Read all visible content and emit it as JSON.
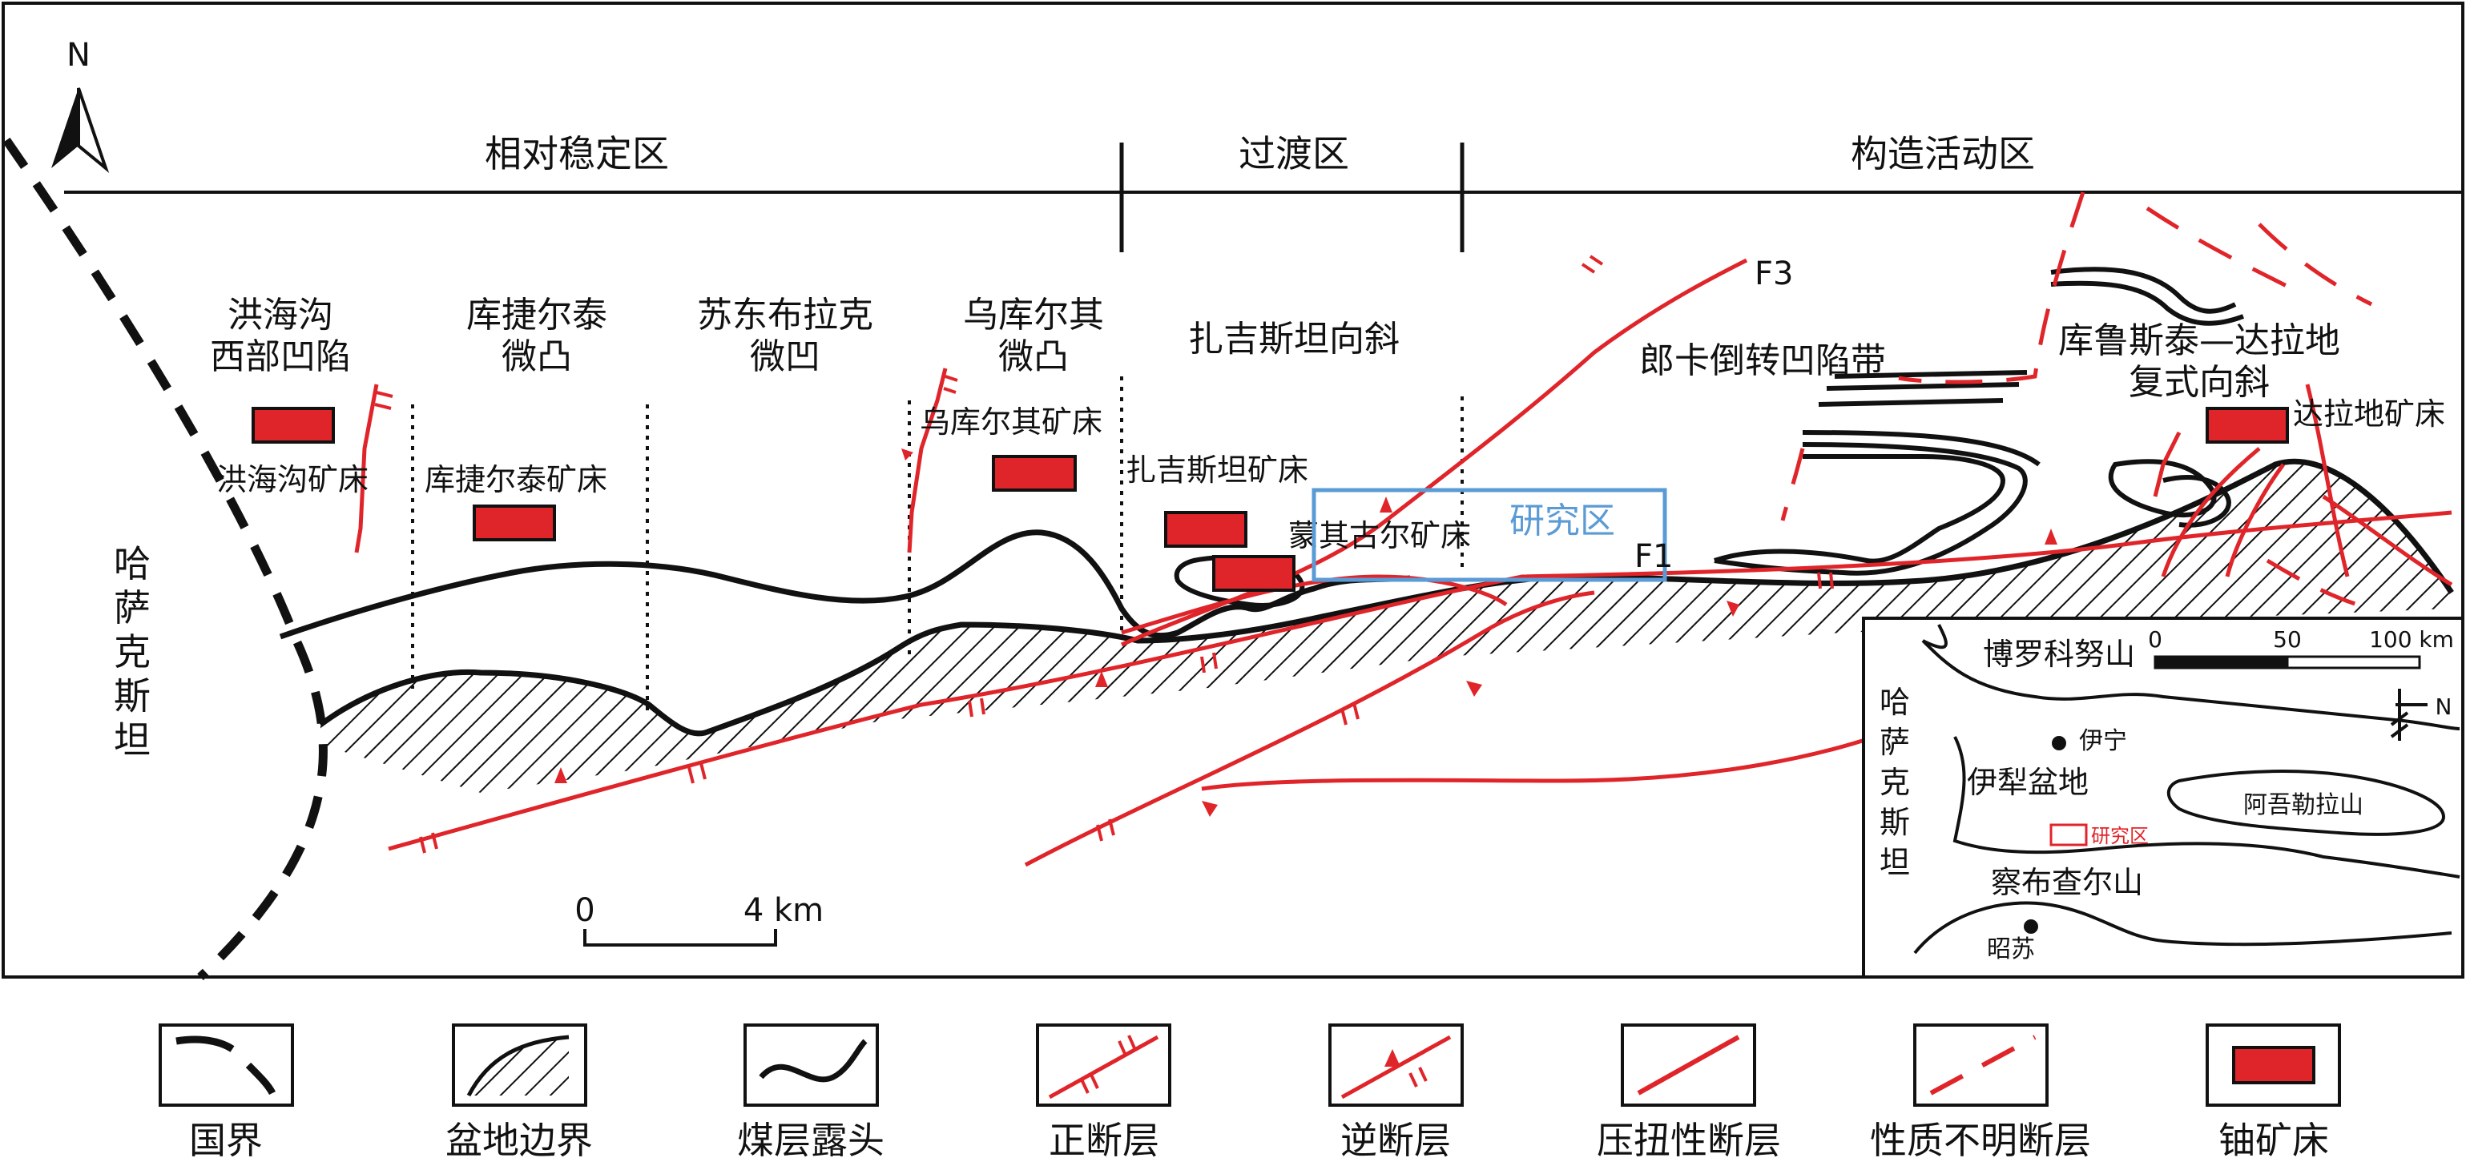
{
  "north_label": "N",
  "zones": {
    "stable": "相对稳定区",
    "transition": "过渡区",
    "active": "构造活动区"
  },
  "units": {
    "honghaigou_1": "洪海沟",
    "honghaigou_2": "西部凹陷",
    "kujieertai_1": "库捷尔泰",
    "kujieertai_2": "微凸",
    "sudongbulake_1": "苏东布拉克",
    "sudongbulake_2": "微凹",
    "wukuerqi_1": "乌库尔其",
    "wukuerqi_2": "微凸",
    "zhajisitan": "扎吉斯坦向斜",
    "langka": "郎卡倒转凹陷带",
    "kulusitai_1": "库鲁斯泰—达拉地",
    "kulusitai_2": "复式向斜"
  },
  "deposits": {
    "honghaigou": "洪海沟矿床",
    "kujieertai": "库捷尔泰矿床",
    "wukuerqi": "乌库尔其矿床",
    "zhajisitan": "扎吉斯坦矿床",
    "mengqiguer": "蒙其古尔矿床",
    "dalade": "达拉地矿床"
  },
  "study_area": "研究区",
  "faults": {
    "f1": "F1",
    "f3": "F3"
  },
  "country": [
    "哈",
    "萨",
    "克",
    "斯",
    "坦"
  ],
  "scale": {
    "zero": "0",
    "end": "4 km"
  },
  "inset": {
    "scale_0": "0",
    "scale_50": "50",
    "scale_100": "100 km",
    "north": "N",
    "boluo": "博罗科努山",
    "yining": "伊宁",
    "yili_basin": "伊犁盆地",
    "awule": "阿吾勒拉山",
    "study": "研究区",
    "chabu": "察布查尔山",
    "zhaosu": "昭苏",
    "country": [
      "哈",
      "萨",
      "克",
      "斯",
      "坦"
    ]
  },
  "legend": [
    {
      "key": "border",
      "label": "国界"
    },
    {
      "key": "basin",
      "label": "盆地边界"
    },
    {
      "key": "coal",
      "label": "煤层露头"
    },
    {
      "key": "normal",
      "label": "正断层"
    },
    {
      "key": "reverse",
      "label": "逆断层"
    },
    {
      "key": "compress",
      "label": "压扭性断层"
    },
    {
      "key": "unknown",
      "label": "性质不明断层"
    },
    {
      "key": "uranium",
      "label": "铀矿床"
    }
  ],
  "colors": {
    "fault": "#e0252a",
    "deposit": "#e0252a",
    "study_box": "#5b9bd5",
    "ink": "#111111"
  }
}
